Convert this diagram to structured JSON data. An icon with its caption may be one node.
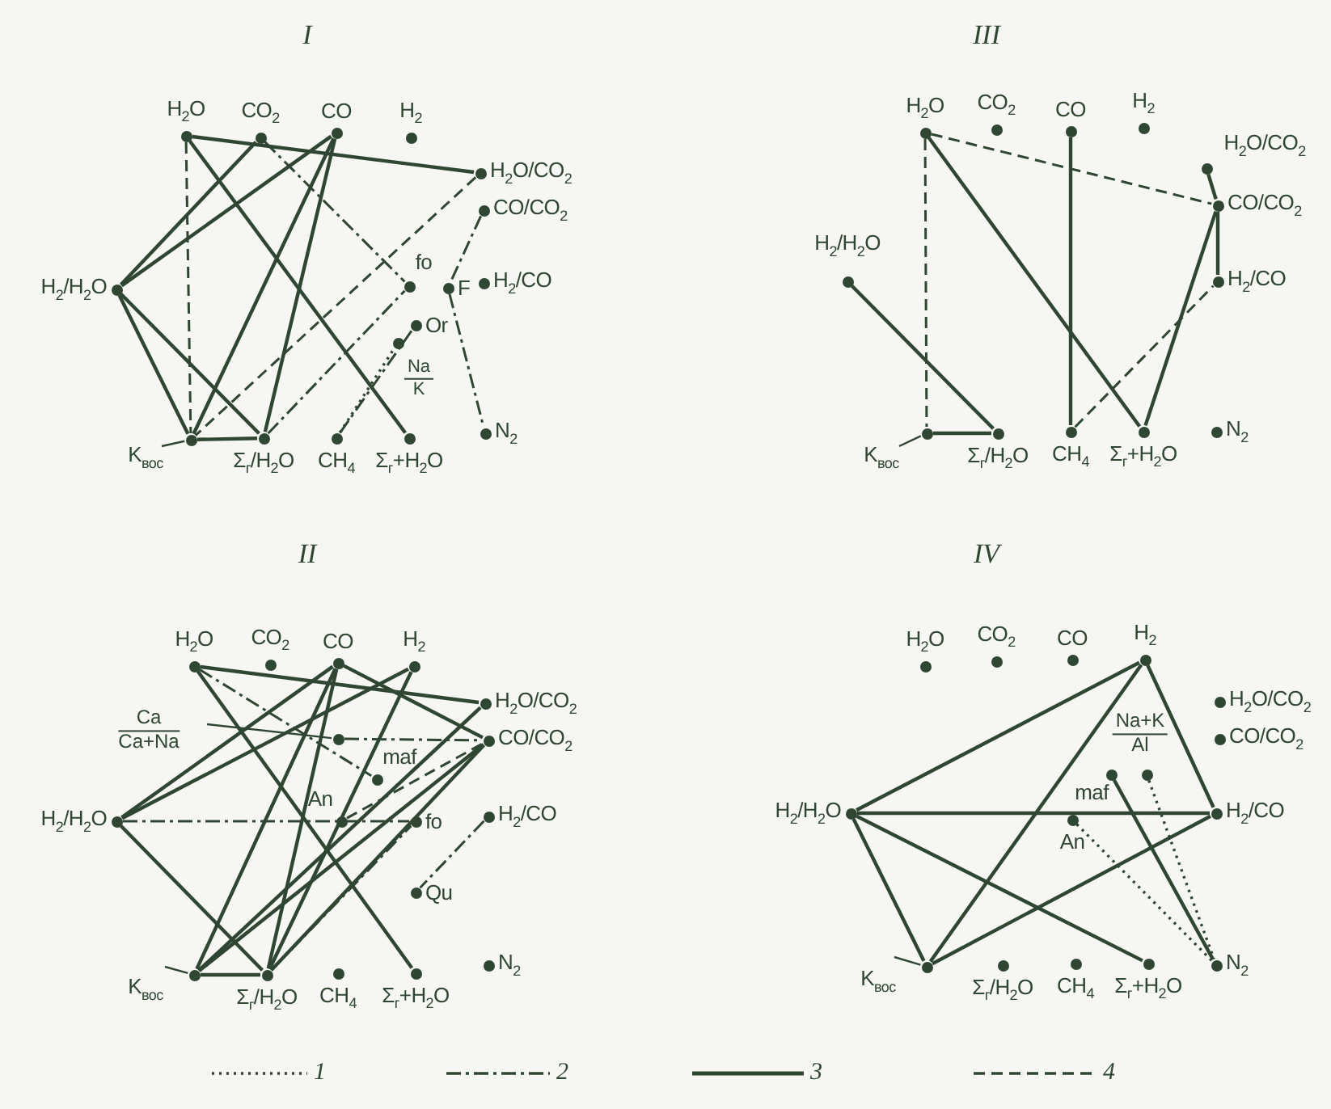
{
  "diagram": {
    "nodes": [
      {
        "text": [],
        "shape": "circle",
        "beside": [
          "H$_{2}$O"
        ]
      },
      {
        "text": [],
        "shape": "circle",
        "beside": [
          "CO$_{2}$"
        ]
      },
      {
        "text": [],
        "shape": "circle",
        "beside": [
          "CO"
        ]
      },
      {
        "text": [],
        "shape": "circle",
        "beside": [
          "H$_{2}$"
        ]
      },
      {
        "text": [],
        "shape": "circle",
        "beside": [
          "H$_{2}$O/CO$_{2}$"
        ]
      },
      {
        "text": [],
        "shape": "circle",
        "beside": [
          "CO/CO$_{2}$"
        ]
      },
      {
        "text": [],
        "shape": "circle",
        "beside": [
          "H$_{2}$/H$_{2}$O"
        ]
      },
      {
        "text": [],
        "shape": "circle",
        "beside": [
          "fo"
        ]
      },
      {
        "text": [],
        "shape": "circle",
        "beside": [
          "F"
        ]
      },
      {
        "text": [],
        "shape": "circle",
        "beside": [
          "H$_{2}$/CO"
        ]
      },
      {
        "text": [],
        "shape": "circle",
        "beside": [
          "Na",
          "K"
        ]
      },
      {
        "text": [],
        "shape": "circle",
        "beside": [
          "Or"
        ]
      },
      {
        "text": [],
        "shape": "circle"
      },
      {
        "text": [],
        "shape": "circle",
        "beside": [
          "Σ$_{г}$/H$_{2}$O"
        ]
      },
      {
        "text": [],
        "shape": "circle",
        "beside": [
          "CH$_{4}$"
        ]
      },
      {
        "text": [],
        "shape": "circle",
        "beside": [
          "Σ$_{г}$+H$_{2}$O"
        ]
      },
      {
        "text": [],
        "shape": "circle",
        "beside": [
          "N$_{2}$"
        ]
      },
      {
        "text": [],
        "shape": "circle",
        "beside": [
          "H$_{2}$O"
        ]
      },
      {
        "text": [],
        "shape": "circle",
        "beside": [
          "CO$_{2}$"
        ]
      },
      {
        "text": [],
        "shape": "circle",
        "beside": [
          "CO"
        ]
      },
      {
        "text": [],
        "shape": "circle",
        "beside": [
          "H$_{2}$"
        ]
      },
      {
        "text": [],
        "shape": "circle",
        "beside": [
          "H$_{2}$O/CO$_{2}$"
        ]
      },
      {
        "text": [],
        "shape": "circle",
        "beside": [
          "CO/CO$_{2}$"
        ]
      },
      {
        "text": [],
        "shape": "circle",
        "beside": [
          "H$_{2}$/H$_{2}$O"
        ]
      },
      {
        "text": [],
        "shape": "circle",
        "beside": [
          "H$_{2}$/CO"
        ]
      },
      {
        "text": [],
        "shape": "circle"
      },
      {
        "text": [],
        "shape": "circle",
        "beside": [
          "Σ$_{г}$/H$_{2}$O"
        ]
      },
      {
        "text": [],
        "shape": "circle",
        "beside": [
          "CH$_{4}$"
        ]
      },
      {
        "text": [],
        "shape": "circle",
        "beside": [
          "Σ$_{г}$+H$_{2}$O"
        ]
      },
      {
        "text": [],
        "shape": "circle",
        "beside": [
          "N$_{2}$"
        ]
      },
      {
        "text": [],
        "shape": "circle",
        "beside": [
          "H$_{2}$O"
        ]
      },
      {
        "text": [],
        "shape": "circle",
        "beside": [
          "CO$_{2}$"
        ]
      },
      {
        "text": [],
        "shape": "circle",
        "beside": [
          "CO"
        ]
      },
      {
        "text": [],
        "shape": "circle",
        "beside": [
          "H$_{2}$"
        ]
      },
      {
        "text": [],
        "shape": "circle",
        "beside": [
          "H$_{2}$O/CO$_{2}$"
        ]
      },
      {
        "text": [],
        "shape": "circle"
      },
      {
        "text": [],
        "shape": "circle",
        "beside": [
          "CO/CO$_{2}$"
        ]
      },
      {
        "text": [],
        "shape": "circle",
        "beside": [
          "maf"
        ]
      },
      {
        "text": [],
        "shape": "circle",
        "beside": [
          "H$_{2}$/H$_{2}$O"
        ]
      },
      {
        "text": [],
        "shape": "circle",
        "beside": [
          "An"
        ]
      },
      {
        "text": [],
        "shape": "circle",
        "beside": [
          "fo"
        ]
      },
      {
        "text": [],
        "shape": "circle",
        "beside": [
          "H$_{2}$/CO"
        ]
      },
      {
        "text": [],
        "shape": "circle",
        "beside": [
          "Qu"
        ]
      },
      {
        "text": [],
        "shape": "circle"
      },
      {
        "text": [],
        "shape": "circle",
        "beside": [
          "Σ$_{г}$/H$_{2}$O"
        ]
      },
      {
        "text": [],
        "shape": "circle",
        "beside": [
          "CH$_{4}$"
        ]
      },
      {
        "text": [],
        "shape": "circle",
        "beside": [
          "Σ$_{г}$+H$_{2}$O"
        ]
      },
      {
        "text": [],
        "shape": "circle",
        "beside": [
          "N$_{2}$"
        ]
      },
      {
        "text": [],
        "shape": "circle",
        "beside": [
          "H$_{2}$O"
        ]
      },
      {
        "text": [],
        "shape": "circle",
        "beside": [
          "CO$_{2}$"
        ]
      },
      {
        "text": [],
        "shape": "circle",
        "beside": [
          "CO"
        ]
      },
      {
        "text": [],
        "shape": "circle",
        "beside": [
          "H$_{2}$"
        ]
      },
      {
        "text": [],
        "shape": "circle",
        "beside": [
          "H$_{2}$O/CO$_{2}$"
        ]
      },
      {
        "text": [],
        "shape": "circle",
        "beside": [
          "Na+K",
          "Al"
        ]
      },
      {
        "text": [],
        "shape": "circle",
        "beside": [
          "CO/CO$_{2}$"
        ]
      },
      {
        "text": [],
        "shape": "circle",
        "beside": [
          "maf"
        ]
      },
      {
        "text": [],
        "shape": "circle",
        "beside": [
          "H$_{2}$/H$_{2}$O"
        ]
      },
      {
        "text": [],
        "shape": "circle",
        "beside": [
          "H$_{2}$/CO"
        ]
      },
      {
        "text": [],
        "shape": "circle",
        "beside": [
          "An"
        ]
      },
      {
        "text": [],
        "shape": "circle"
      },
      {
        "text": [],
        "shape": "circle",
        "beside": [
          "Σ$_{г}$/H$_{2}$O"
        ]
      },
      {
        "text": [],
        "shape": "circle",
        "beside": [
          "CH$_{4}$"
        ]
      },
      {
        "text": [],
        "shape": "circle",
        "beside": [
          "Σ$_{г}$+H$_{2}$O"
        ]
      },
      {
        "text": [],
        "shape": "circle",
        "beside": [
          "N$_{2}$"
        ]
      },
      {
        "text": [
          "K$_{вос}$"
        ]
      },
      {
        "text": [
          "K$_{вос}$"
        ]
      },
      {
        "text": [
          "K$_{вос}$"
        ]
      },
      {
        "text": [
          "K$_{вос}$"
        ]
      },
      {
        "text": [
          "Ca",
          "Ca+Na"
        ]
      }
    ],
    "edges": [
      {
        "from": 0,
        "to": 4,
        "arrow": "none"
      },
      {
        "from": 0,
        "to": 12,
        "arrow": "none",
        "style": "dashed"
      },
      {
        "from": 0,
        "to": 15,
        "arrow": "none"
      },
      {
        "from": 1,
        "to": 6,
        "arrow": "none"
      },
      {
        "from": 1,
        "to": 7,
        "arrow": "none",
        "style": "dashed"
      },
      {
        "from": 2,
        "to": 6,
        "arrow": "none"
      },
      {
        "from": 2,
        "to": 12,
        "arrow": "none"
      },
      {
        "from": 2,
        "to": 13,
        "arrow": "none"
      },
      {
        "from": 6,
        "to": 12,
        "arrow": "none"
      },
      {
        "from": 6,
        "to": 13,
        "arrow": "none"
      },
      {
        "from": 4,
        "to": 12,
        "arrow": "none",
        "style": "dashed"
      },
      {
        "from": 12,
        "to": 13,
        "arrow": "none"
      },
      {
        "from": 13,
        "to": 7,
        "arrow": "none",
        "style": "dashed"
      },
      {
        "from": 14,
        "to": 10,
        "arrow": "none",
        "style": "dashed"
      },
      {
        "from": 14,
        "to": 11,
        "arrow": "none",
        "style": "dashed"
      },
      {
        "from": 5,
        "to": 8,
        "arrow": "none",
        "style": "dashed"
      },
      {
        "from": 8,
        "to": 16,
        "arrow": "none",
        "style": "dashed"
      },
      {
        "from": 17,
        "to": 22,
        "arrow": "none",
        "style": "dashed"
      },
      {
        "from": 17,
        "to": 25,
        "arrow": "none",
        "style": "dashed"
      },
      {
        "from": 17,
        "to": 28,
        "arrow": "none"
      },
      {
        "from": 19,
        "to": 27,
        "arrow": "none"
      },
      {
        "from": 23,
        "to": 26,
        "arrow": "none"
      },
      {
        "from": 25,
        "to": 26,
        "arrow": "none"
      },
      {
        "from": 21,
        "to": 22,
        "arrow": "none"
      },
      {
        "from": 22,
        "to": 24,
        "arrow": "none"
      },
      {
        "from": 22,
        "to": 28,
        "arrow": "none"
      },
      {
        "from": 27,
        "to": 24,
        "arrow": "none",
        "style": "dashed"
      },
      {
        "from": 30,
        "to": 34,
        "arrow": "none"
      },
      {
        "from": 30,
        "to": 46,
        "arrow": "none"
      },
      {
        "from": 30,
        "to": 37,
        "arrow": "none",
        "style": "dashed"
      },
      {
        "from": 32,
        "to": 38,
        "arrow": "none"
      },
      {
        "from": 32,
        "to": 43,
        "arrow": "none"
      },
      {
        "from": 32,
        "to": 44,
        "arrow": "none"
      },
      {
        "from": 32,
        "to": 36,
        "arrow": "none"
      },
      {
        "from": 33,
        "to": 38,
        "arrow": "none"
      },
      {
        "from": 33,
        "to": 44,
        "arrow": "none"
      },
      {
        "from": 34,
        "to": 43,
        "arrow": "none"
      },
      {
        "from": 36,
        "to": 43,
        "arrow": "none"
      },
      {
        "from": 36,
        "to": 44,
        "arrow": "none"
      },
      {
        "from": 35,
        "to": 36,
        "arrow": "none",
        "style": "dashed"
      },
      {
        "from": 38,
        "to": 40,
        "arrow": "none",
        "style": "dashed"
      },
      {
        "from": 38,
        "to": 44,
        "arrow": "none"
      },
      {
        "from": 43,
        "to": 44,
        "arrow": "none"
      },
      {
        "from": 39,
        "to": 36,
        "arrow": "none",
        "style": "dashed"
      },
      {
        "from": 44,
        "to": 40,
        "arrow": "none",
        "style": "dashed"
      },
      {
        "from": 41,
        "to": 42,
        "arrow": "none",
        "style": "dashed"
      },
      {
        "from": 56,
        "to": 51,
        "arrow": "none"
      },
      {
        "from": 56,
        "to": 57,
        "arrow": "none"
      },
      {
        "from": 56,
        "to": 59,
        "arrow": "none"
      },
      {
        "from": 56,
        "to": 62,
        "arrow": "none"
      },
      {
        "from": 51,
        "to": 57,
        "arrow": "none"
      },
      {
        "from": 59,
        "to": 57,
        "arrow": "none"
      },
      {
        "from": 59,
        "to": 51,
        "arrow": "none"
      },
      {
        "from": 55,
        "to": 63,
        "arrow": "none"
      },
      {
        "from": 58,
        "to": 63,
        "arrow": "none",
        "style": "dashed"
      },
      {
        "from": 53,
        "to": 63,
        "arrow": "none",
        "style": "dashed"
      },
      {
        "from": 64,
        "to": 12,
        "arrow": "none"
      },
      {
        "from": 65,
        "to": 25,
        "arrow": "none"
      },
      {
        "from": 66,
        "to": 43,
        "arrow": "none"
      },
      {
        "from": 67,
        "to": 59,
        "arrow": "none"
      },
      {
        "from": 68,
        "to": 35,
        "arrow": "none"
      }
    ],
    "labels": [
      "I",
      "III",
      "II",
      "IV"
    ],
    "legend": [
      {
        "text": "1"
      },
      {
        "text": "2"
      },
      {
        "text": "3"
      },
      {
        "text": "4"
      }
    ]
  }
}
